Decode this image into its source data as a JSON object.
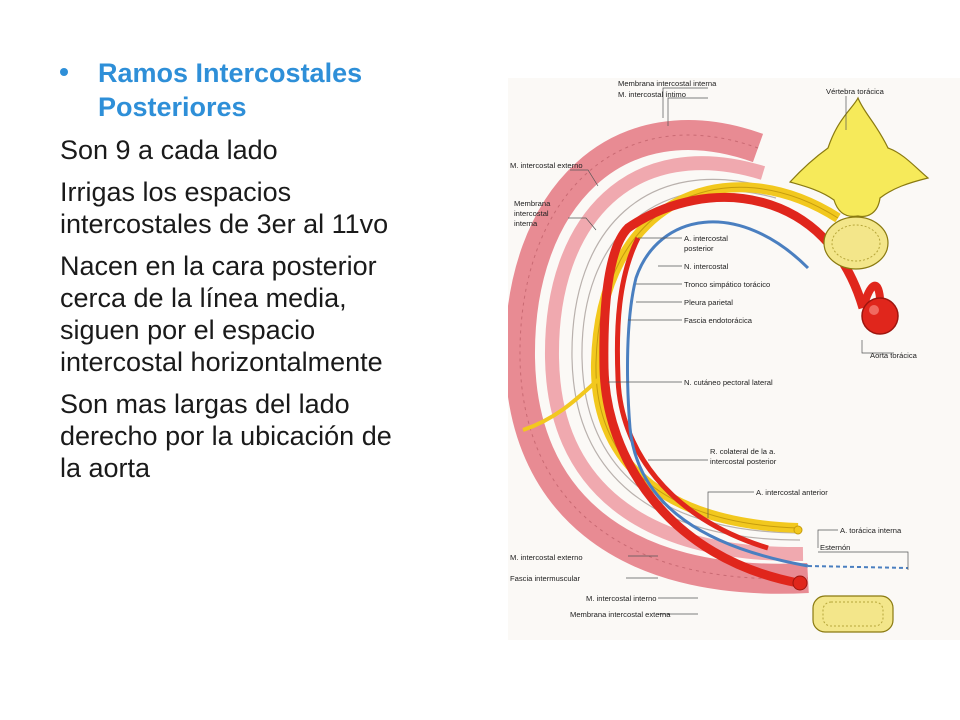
{
  "bullet": {
    "title_line1": "Ramos Intercostales",
    "title_line2": "Posteriores"
  },
  "paragraphs": [
    "Son 9 a cada lado",
    "Irrigas los espacios",
    "intercostales de 3er al 11vo",
    "Nacen en la cara posterior",
    "cerca de la línea media,",
    "siguen por el espacio",
    "intercostal horizontalmente",
    "Son mas largas del lado",
    "derecho por la ubicación de",
    "la aorta"
  ],
  "figure": {
    "labels": {
      "membrana_ic_interna_top": "Membrana intercostal interna",
      "m_ic_intimo_top": "M. intercostal íntimo",
      "vertebra": "Vértebra torácica",
      "m_ic_externo_left": "M. intercostal externo",
      "membrana_l1": "Membrana",
      "membrana_l2": "intercostal",
      "membrana_l3": "interna",
      "a_ic_post_1": "A. intercostal",
      "a_ic_post_2": "posterior",
      "n_ic": "N. intercostal",
      "tronco": "Tronco simpático torácico",
      "pleura": "Pleura parietal",
      "fascia_endo": "Fascia endotorácica",
      "aorta": "Aorta torácica",
      "n_cutaneo": "N. cutáneo pectoral lateral",
      "r_colat_1": "R. colateral de la a.",
      "r_colat_2": "intercostal posterior",
      "a_ic_ant": "A. intercostal anterior",
      "a_toracica_int": "A. torácica interna",
      "esternon": "Esternón",
      "m_ic_ext_bottom": "M. intercostal externo",
      "fascia_inter": "Fascia intermuscular",
      "m_ic_int_bottom": "M. intercostal interno",
      "membrana_ext_bottom": "Membrana intercostal externa"
    }
  },
  "colors": {
    "accent": "#2e8fd8",
    "artery": "#e0261c",
    "nerve": "#f2c81e",
    "muscle": "#e88b93",
    "vein_blue": "#4a7fc0"
  }
}
